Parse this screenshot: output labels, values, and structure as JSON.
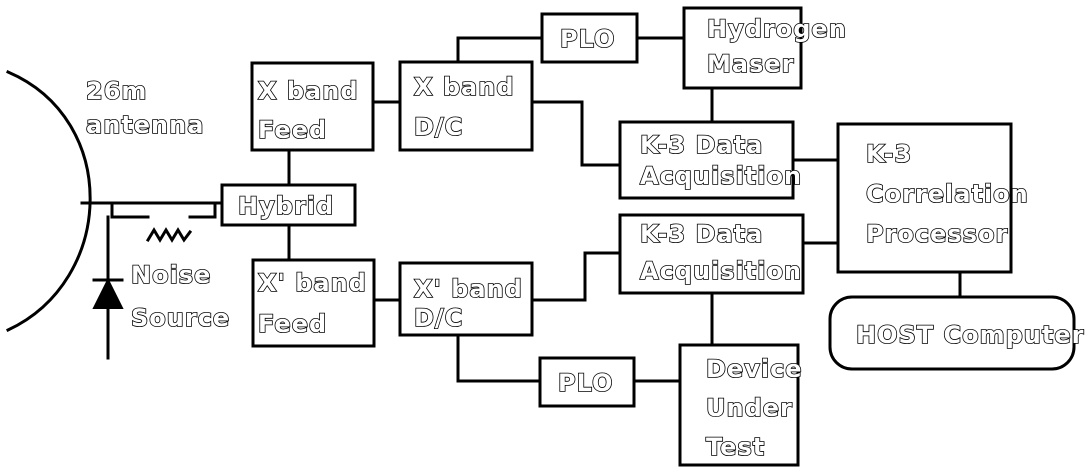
{
  "antenna": {
    "line1": "26m",
    "line2": "antenna"
  },
  "noise_source": {
    "line1": "Noise",
    "line2": "Source"
  },
  "blocks": {
    "x_band_feed": {
      "line1": "X band",
      "line2": "Feed"
    },
    "x_band_dc": {
      "line1": "X band",
      "line2": "D/C"
    },
    "plo_top": {
      "line1": "PLO"
    },
    "hydrogen_maser": {
      "line1": "Hydrogen",
      "line2": "Maser"
    },
    "hybrid": {
      "line1": "Hybrid"
    },
    "k3_data_acq_top": {
      "line1": "K-3 Data",
      "line2": "Acquisition"
    },
    "k3_correlation": {
      "line1": "K-3",
      "line2": "Correlation",
      "line3": "Processor"
    },
    "x_prime_band_feed": {
      "line1": "X' band",
      "line2": "Feed"
    },
    "x_prime_band_dc": {
      "line1": "X' band",
      "line2": "D/C"
    },
    "k3_data_acq_bottom": {
      "line1": "K-3 Data",
      "line2": "Acquisition"
    },
    "host_computer": {
      "line1": "HOST Computer"
    },
    "plo_bottom": {
      "line1": "PLO"
    },
    "device_under_test": {
      "line1": "Device",
      "line2": "Under",
      "line3": "Test"
    }
  }
}
